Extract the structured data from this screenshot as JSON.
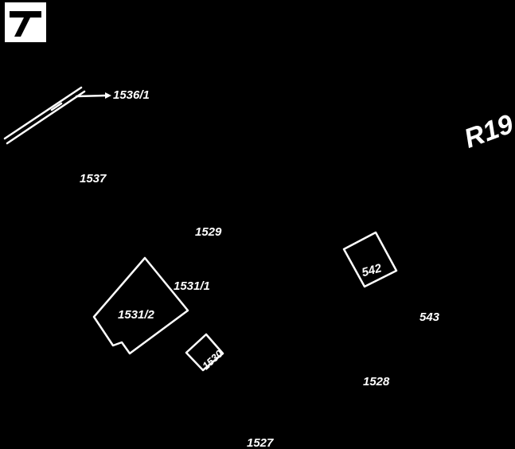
{
  "map": {
    "north_icon": "north-arrow-icon",
    "sheet_mark": "R19",
    "parcels": [
      {
        "id": "p1536",
        "label": "1536/1"
      },
      {
        "id": "p1537",
        "label": "1537"
      },
      {
        "id": "p1529",
        "label": "1529"
      },
      {
        "id": "p1531_1",
        "label": "1531/1"
      },
      {
        "id": "p1531_2",
        "label": "1531/2"
      },
      {
        "id": "p1530",
        "label": "1530"
      },
      {
        "id": "p542",
        "label": "542"
      },
      {
        "id": "p543",
        "label": "543"
      },
      {
        "id": "p1528",
        "label": "1528"
      },
      {
        "id": "p1527",
        "label": "1527"
      }
    ]
  },
  "colors": {
    "background": "#000000",
    "foreground": "#ffffff"
  }
}
